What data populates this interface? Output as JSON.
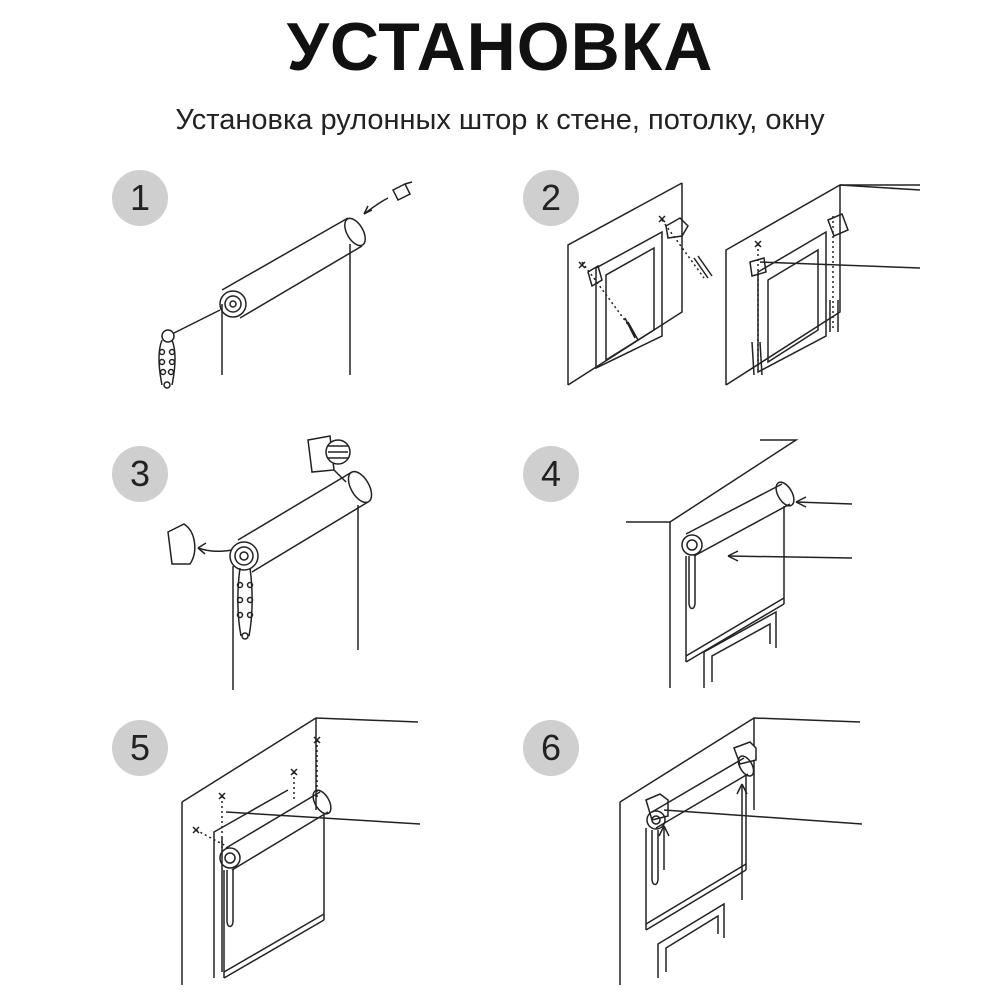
{
  "header": {
    "title": "УСТАНОВКА",
    "subtitle": "Установка рулонных штор к стене, потолку, окну"
  },
  "steps": [
    {
      "number": "1"
    },
    {
      "number": "2"
    },
    {
      "number": "3"
    },
    {
      "number": "4"
    },
    {
      "number": "5"
    },
    {
      "number": "6"
    }
  ],
  "colors": {
    "badge": "#cfcfcf",
    "line": "#222222"
  }
}
